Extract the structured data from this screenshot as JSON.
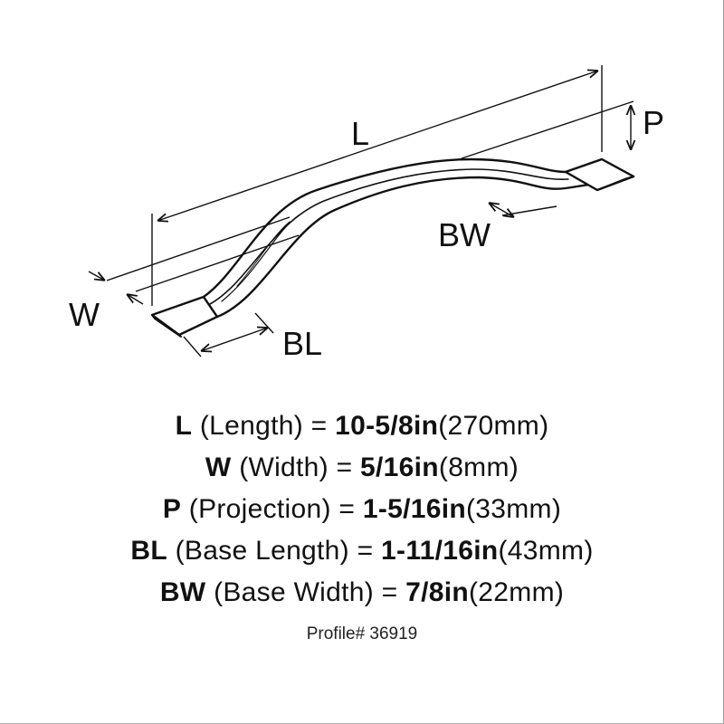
{
  "dimension_labels": {
    "L": "L",
    "P": "P",
    "W": "W",
    "BW": "BW",
    "BL": "BL"
  },
  "specs": [
    {
      "abbr": "L",
      "name": "(Length) = ",
      "imperial": "10-5/8in",
      "metric": "(270mm)"
    },
    {
      "abbr": "W",
      "name": "(Width) = ",
      "imperial": "5/16in",
      "metric": "(8mm)"
    },
    {
      "abbr": "P",
      "name": "(Projection) = ",
      "imperial": "1-5/16in",
      "metric": "(33mm)"
    },
    {
      "abbr": "BL",
      "name": "(Base Length) = ",
      "imperial": "1-11/16in",
      "metric": "(43mm)"
    },
    {
      "abbr": "BW",
      "name": "(Base Width) = ",
      "imperial": "7/8in",
      "metric": "(22mm)"
    }
  ],
  "profile": "Profile# 36919"
}
